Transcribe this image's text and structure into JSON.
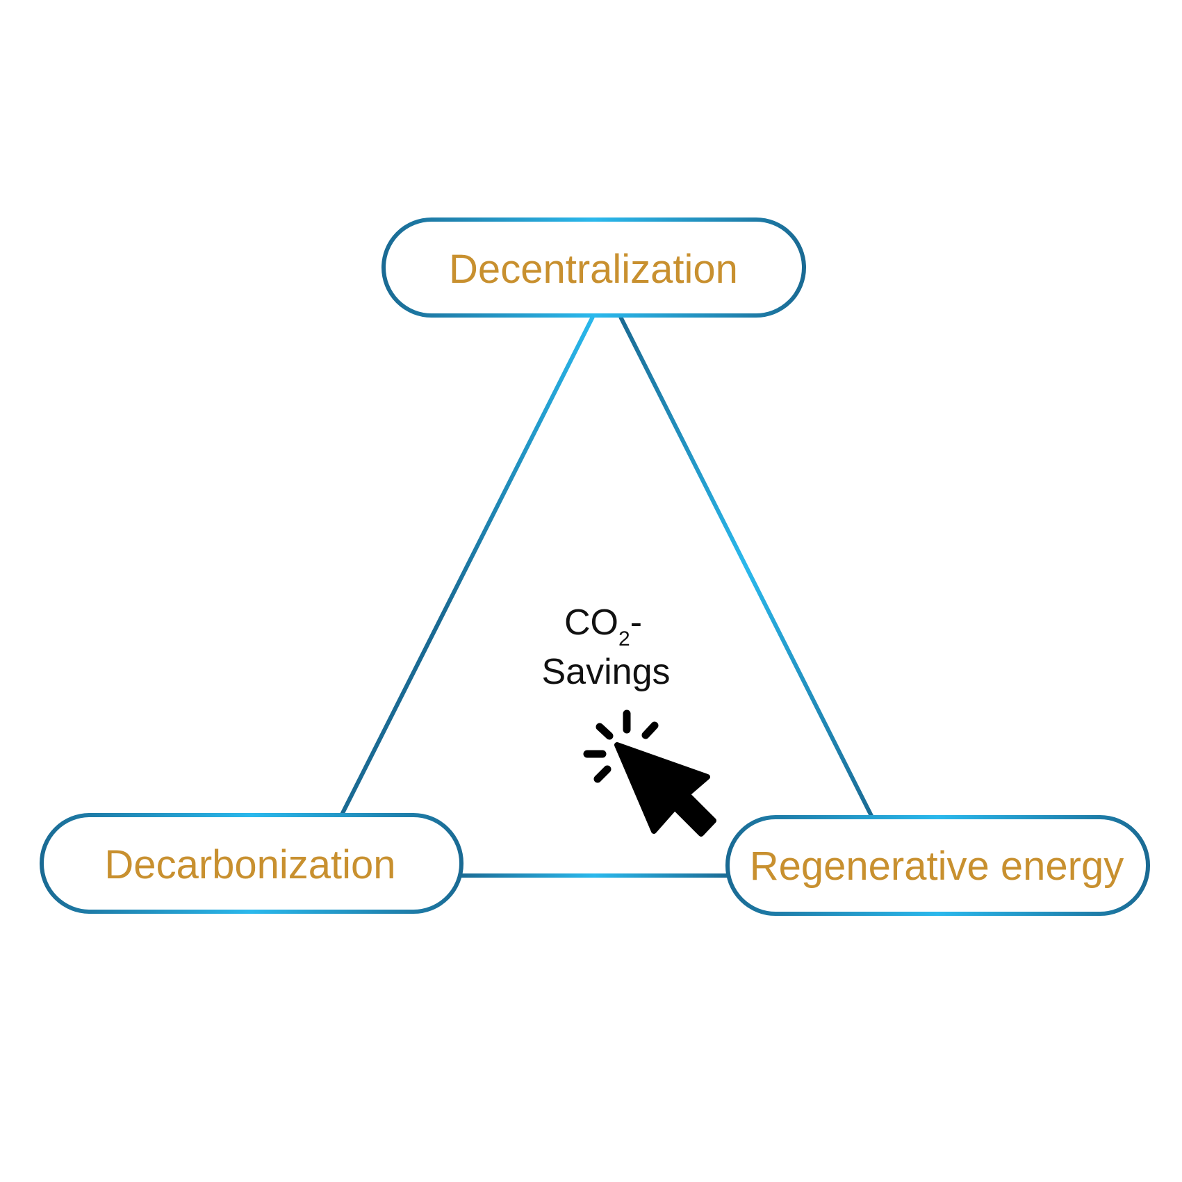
{
  "diagram": {
    "nodes": {
      "top": {
        "label": "Decentralization"
      },
      "left": {
        "label": "Decarbonization"
      },
      "right": {
        "label": "Regenerative energy"
      }
    },
    "center": {
      "line1_main": "CO",
      "line1_sub": "2",
      "line1_suffix": "-",
      "line2": "Savings"
    },
    "cursor_icon": "click-cursor-icon",
    "colors": {
      "outline_dark": "#1a6a93",
      "outline_light": "#2ab8ec",
      "label": "#c8902f",
      "center_text": "#111111"
    }
  }
}
